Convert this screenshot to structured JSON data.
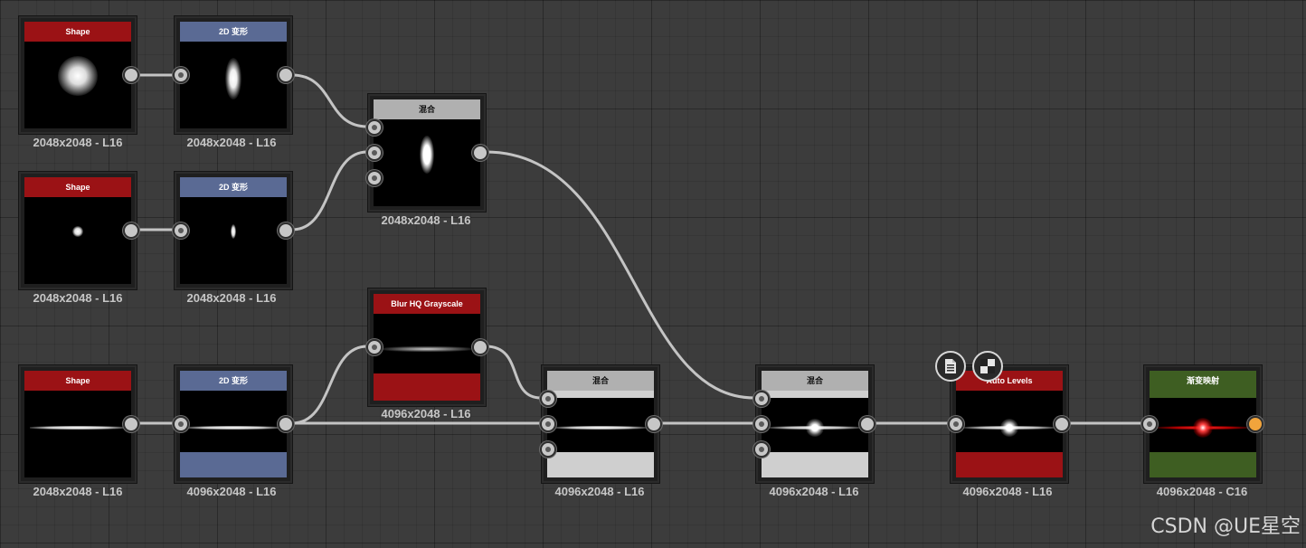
{
  "nodes": [
    {
      "id": "n1",
      "title": "Shape",
      "res": "2048x2048 - L16"
    },
    {
      "id": "n2",
      "title": "2D 变形",
      "res": "2048x2048 - L16"
    },
    {
      "id": "n3",
      "title": "混合",
      "res": "2048x2048 - L16"
    },
    {
      "id": "n4",
      "title": "Shape",
      "res": "2048x2048 - L16"
    },
    {
      "id": "n5",
      "title": "2D 变形",
      "res": "2048x2048 - L16"
    },
    {
      "id": "n6",
      "title": "Blur HQ Grayscale",
      "res": "4096x2048 - L16"
    },
    {
      "id": "n7",
      "title": "Shape",
      "res": "2048x2048 - L16"
    },
    {
      "id": "n8",
      "title": "2D 变形",
      "res": "4096x2048 - L16"
    },
    {
      "id": "n9",
      "title": "混合",
      "res": "4096x2048 - L16"
    },
    {
      "id": "n10",
      "title": "混合",
      "res": "4096x2048 - L16"
    },
    {
      "id": "n11",
      "title": "Auto Levels",
      "res": "4096x2048 - L16"
    },
    {
      "id": "n12",
      "title": "渐变映射",
      "res": "4096x2048 - C16"
    }
  ],
  "toolbar_icons": [
    "document-icon",
    "checker-icon"
  ],
  "watermark": "CSDN @UE星空",
  "colors": {
    "shape": "#9b1215",
    "transform": "#5a6a94",
    "blend": "#b0b0b0",
    "gradient_map": "#3e5e22",
    "output_port": "#f1a43c"
  }
}
